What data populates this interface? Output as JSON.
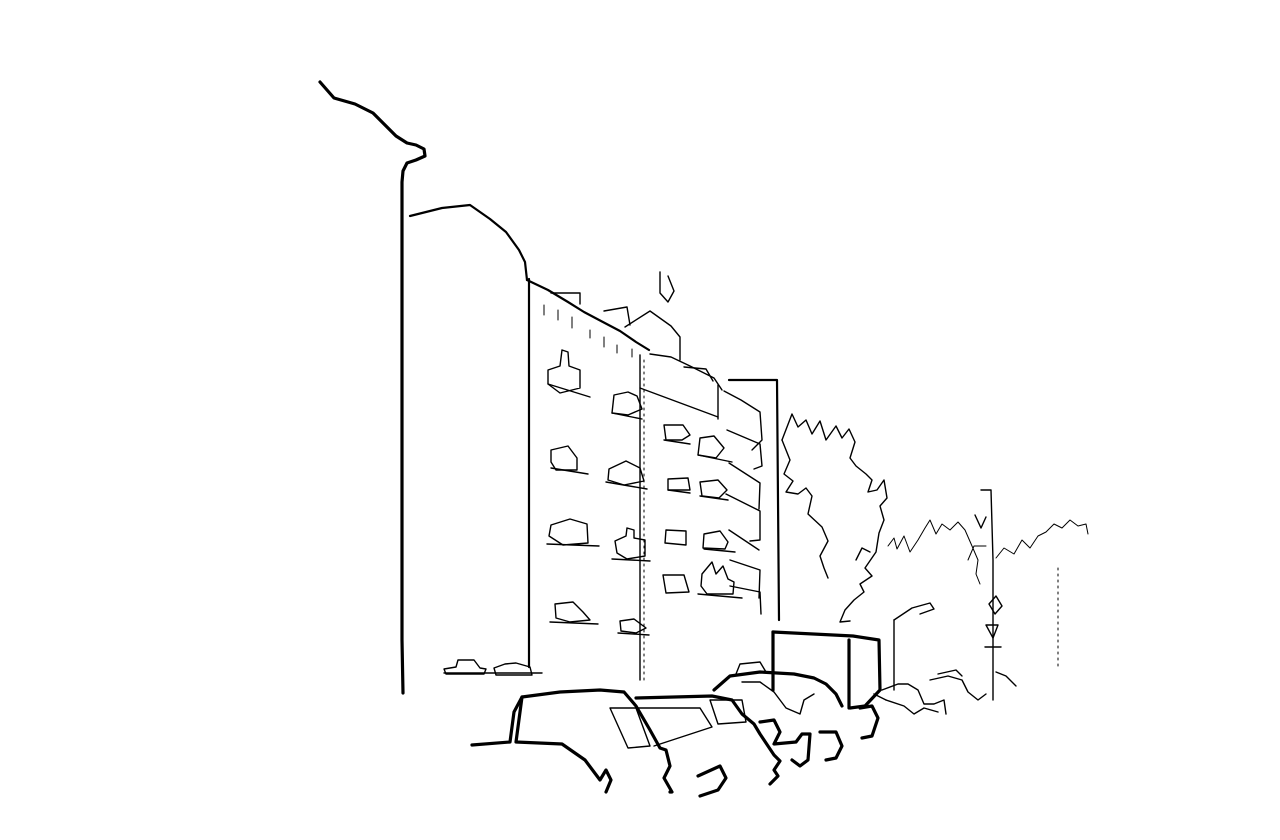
{
  "scene": {
    "background_color": "#ffffff",
    "ink_color": "#000000",
    "subjects": [
      "apartment-building",
      "parked-cars",
      "trees",
      "street-lamp",
      "traffic-sign"
    ]
  }
}
